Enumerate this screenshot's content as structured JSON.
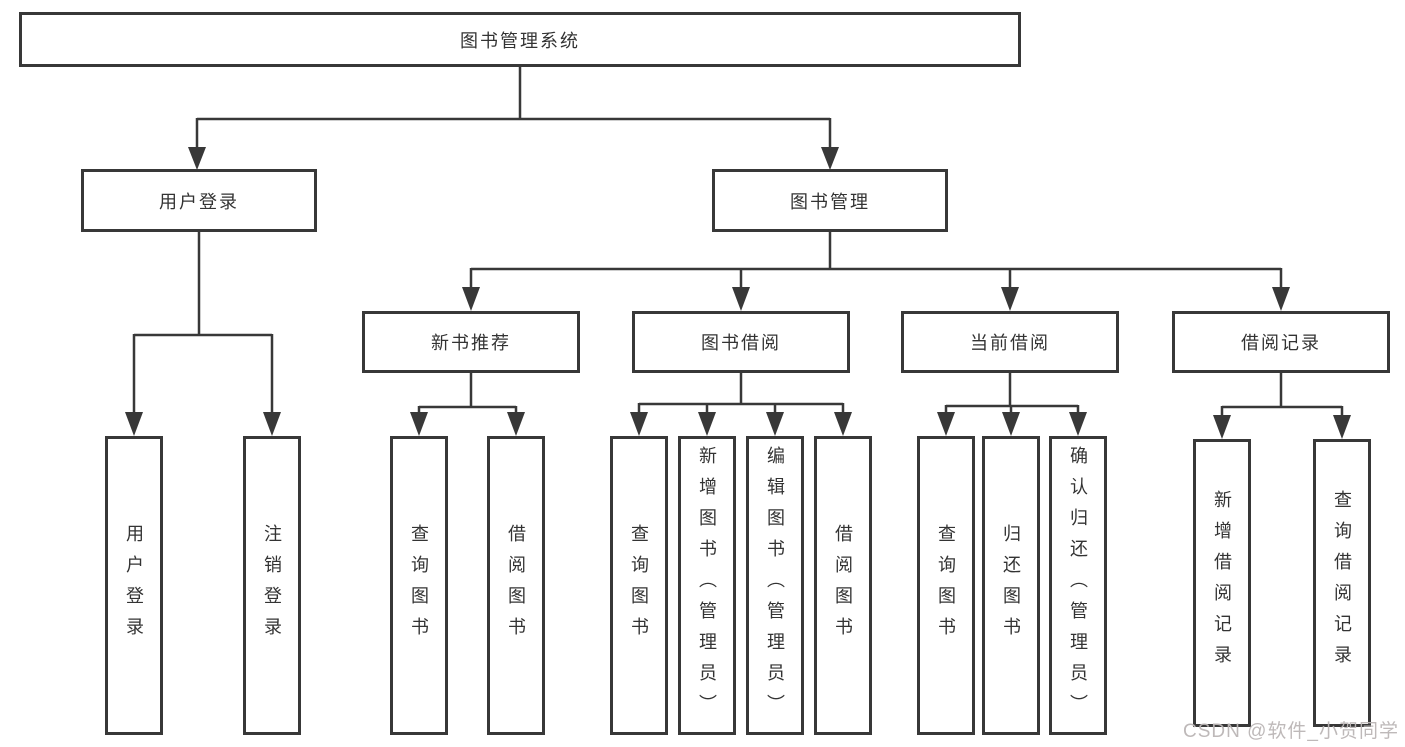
{
  "page": {
    "background": "#ffffff",
    "line_color": "#383838",
    "text_color": "#333333"
  },
  "watermark": {
    "text": "CSDN @软件_小贺同学",
    "color": "#bbb5b5"
  },
  "tree": {
    "label": "图书管理系统",
    "children": [
      {
        "label": "用户登录",
        "children": [
          {
            "label": "用户登录"
          },
          {
            "label": "注销登录"
          }
        ]
      },
      {
        "label": "图书管理",
        "children": [
          {
            "label": "新书推荐",
            "children": [
              {
                "label": "查询图书"
              },
              {
                "label": "借阅图书"
              }
            ]
          },
          {
            "label": "图书借阅",
            "children": [
              {
                "label": "查询图书"
              },
              {
                "label": "新增图书（管理员）"
              },
              {
                "label": "编辑图书（管理员）"
              },
              {
                "label": "借阅图书"
              }
            ]
          },
          {
            "label": "当前借阅",
            "children": [
              {
                "label": "查询图书"
              },
              {
                "label": "归还图书"
              },
              {
                "label": "确认归还（管理员）"
              }
            ]
          },
          {
            "label": "借阅记录",
            "children": [
              {
                "label": "新增借阅记录"
              },
              {
                "label": "查询借阅记录"
              }
            ]
          }
        ]
      }
    ]
  }
}
